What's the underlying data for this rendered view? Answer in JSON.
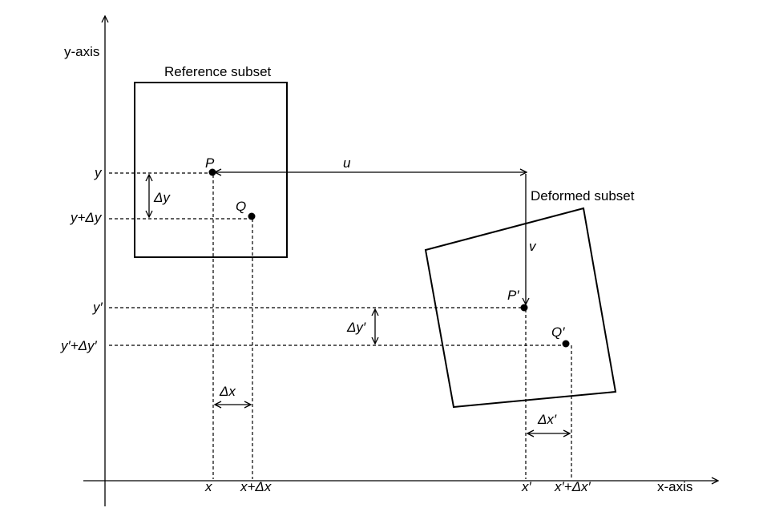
{
  "axes": {
    "x_label": "x-axis",
    "y_label": "y-axis"
  },
  "subsets": {
    "reference_label": "Reference subset",
    "deformed_label": "Deformed subset"
  },
  "points": {
    "p": "P",
    "q": "Q",
    "p_prime": "P′",
    "q_prime": "Q′"
  },
  "displacements": {
    "u": "u",
    "v": "v"
  },
  "ticks": {
    "y": "y",
    "y_plus_dy": "y+Δy",
    "y_prime": "y′",
    "y_prime_plus_dy_prime": "y′+Δy′",
    "x": "x",
    "x_plus_dx": "x+Δx",
    "x_prime": "x′",
    "x_prime_plus_dx_prime": "x′+Δx′"
  },
  "increments": {
    "dy": "Δy",
    "dx": "Δx",
    "dy_prime": "Δy′",
    "dx_prime": "Δx′"
  }
}
